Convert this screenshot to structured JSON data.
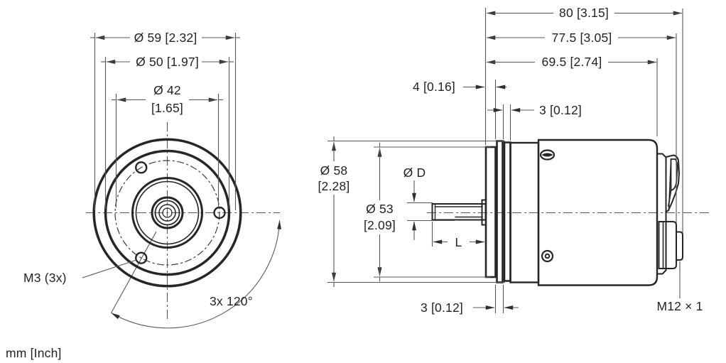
{
  "drawing": {
    "type": "encoder-dimensional-drawing",
    "units_note": "mm [Inch]"
  },
  "front_view": {
    "dim_outer_diameter": "Ø 59 [2.32]",
    "dim_flange_diameter": "Ø 50 [1.97]",
    "dim_bolt_circle_line1": "Ø 42",
    "dim_bolt_circle_line2": "[1.65]",
    "mounting_holes_label": "M3 (3x)",
    "hole_spacing_label": "3x 120°"
  },
  "side_view": {
    "dim_total_length": "80 [3.15]",
    "dim_length_to_connector": "77.5 [3.05]",
    "dim_housing_length": "69.5 [2.74]",
    "dim_flange_thickness": "4 [0.16]",
    "dim_spacer_top": "3 [0.12]",
    "dim_spacer_bottom": "3 [0.12]",
    "dim_body_diameter_line1": "Ø 58",
    "dim_body_diameter_line2": "[2.28]",
    "dim_pilot_diameter_line1": "Ø 53",
    "dim_pilot_diameter_line2": "[2.09]",
    "dim_shaft_diameter": "Ø D",
    "dim_shaft_length": "L",
    "connector_thread_label": "M12 × 1"
  },
  "colors": {
    "background": "#ffffff",
    "object_line": "#26262a",
    "dimension_line": "#55575b",
    "text": "#232326"
  }
}
